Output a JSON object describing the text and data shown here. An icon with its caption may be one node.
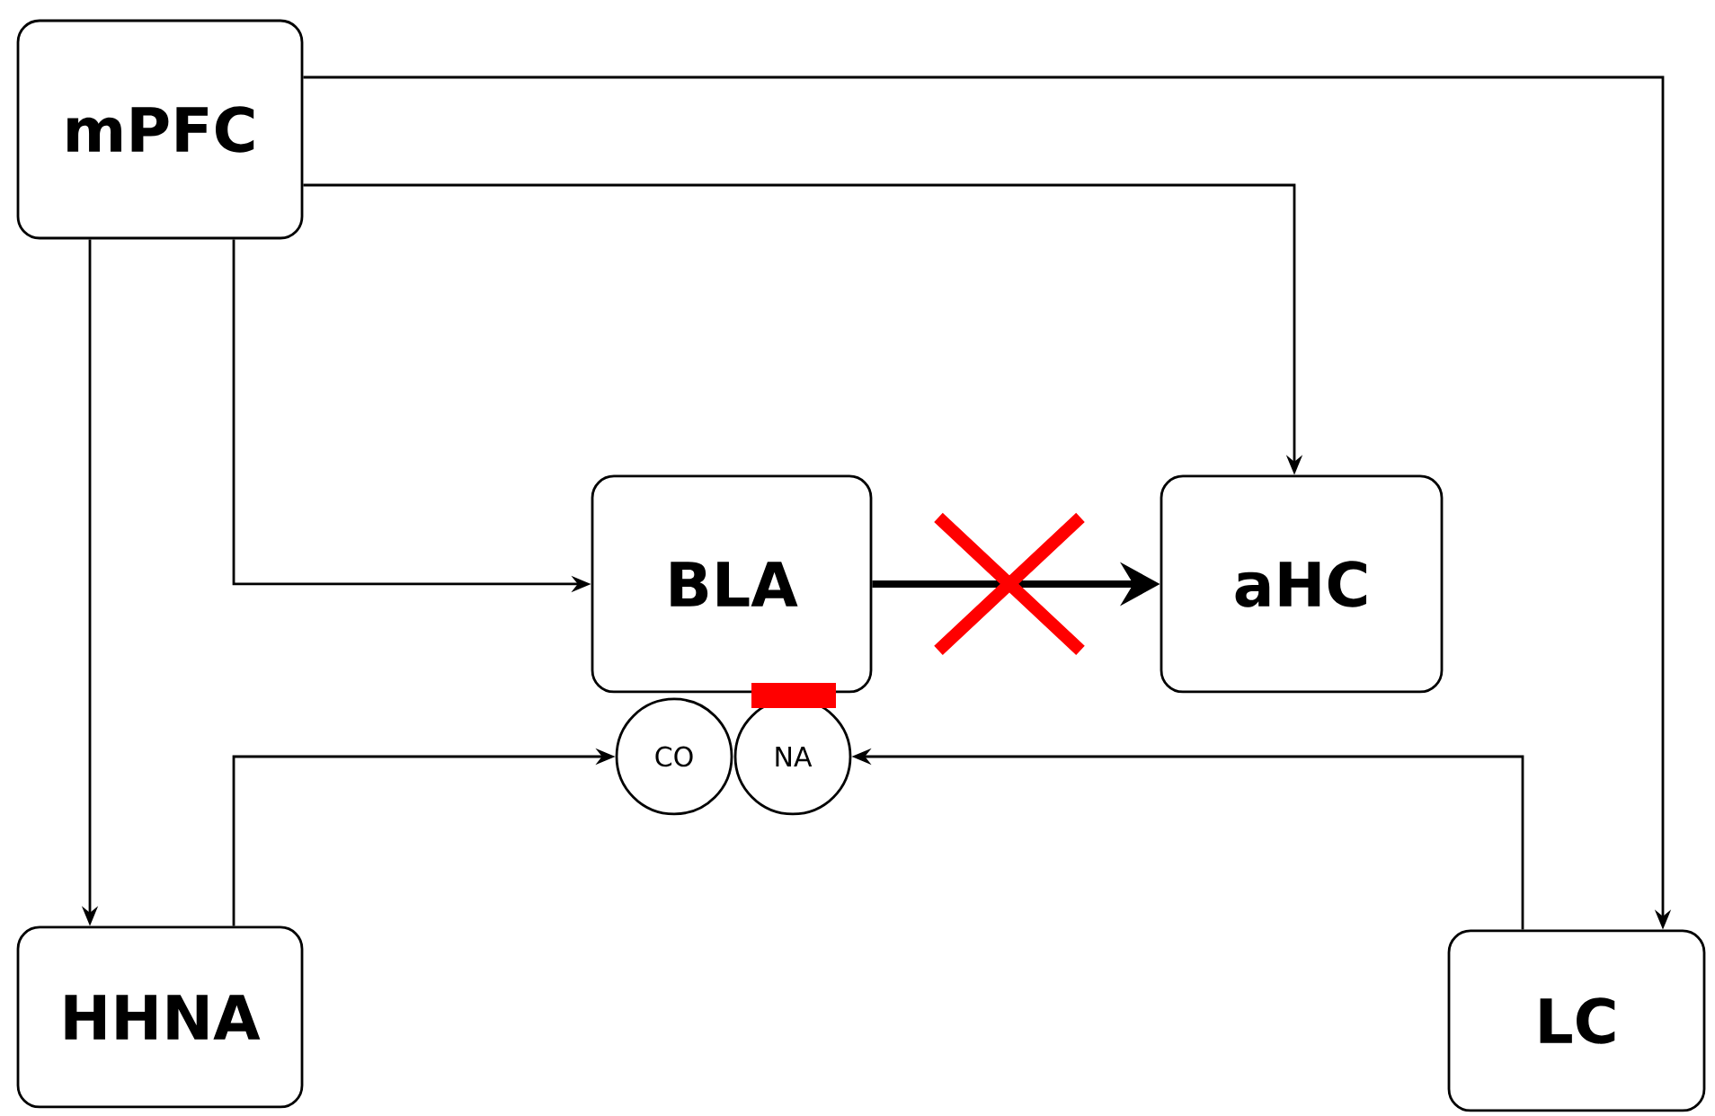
{
  "diagram": {
    "nodes": [
      {
        "text": [
          "mPFC"
        ]
      },
      {
        "text": [
          "BLA"
        ]
      },
      {
        "text": [
          "aHC"
        ]
      },
      {
        "text": [
          "CO"
        ]
      },
      {
        "text": [
          "NA"
        ]
      },
      {
        "text": [
          "HHNA"
        ]
      },
      {
        "text": [
          "LC"
        ]
      }
    ],
    "edges": [
      {
        "from": 0,
        "to": 6,
        "arrow": "to"
      },
      {
        "from": 0,
        "to": 2,
        "arrow": "to"
      },
      {
        "from": 0,
        "to": 5,
        "arrow": "to"
      },
      {
        "from": 0,
        "to": 1,
        "arrow": "to"
      },
      {
        "from": 1,
        "to": 2,
        "arrow": "to",
        "style": "thick"
      },
      {
        "from": 5,
        "to": 3,
        "arrow": "to"
      },
      {
        "from": 6,
        "to": 4,
        "arrow": "to"
      }
    ]
  }
}
